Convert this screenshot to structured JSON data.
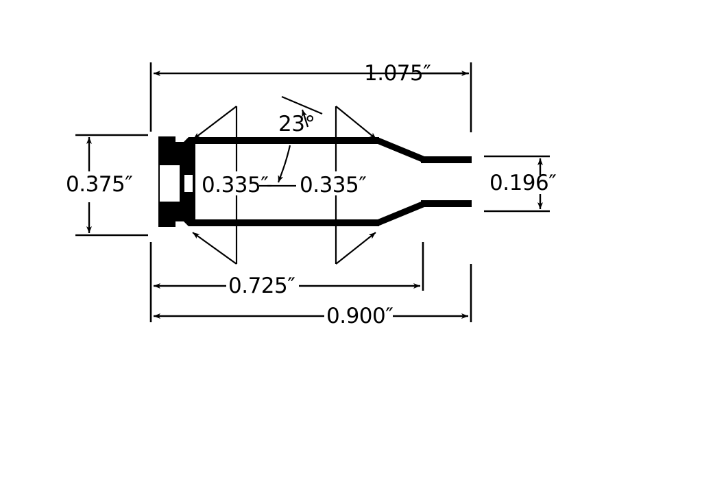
{
  "drawing": {
    "title": "Cartridge Case Dimensional Drawing",
    "subject": "bottleneck-cartridge-case-cross-section",
    "units": "inches",
    "background_color": "#ffffff",
    "line_color": "#000000",
    "fill_color": "#000000"
  },
  "dimensions": {
    "overall_length": {
      "label": "1.075″",
      "value": 1.075,
      "orientation": "horizontal",
      "position": "top"
    },
    "rim_diameter": {
      "label": "0.375″",
      "value": 0.375,
      "orientation": "vertical",
      "position": "left"
    },
    "neck_diameter": {
      "label": "0.196″",
      "value": 0.196,
      "orientation": "vertical",
      "position": "right"
    },
    "body_diameter_left": {
      "label": "0.335″",
      "value": 0.335,
      "orientation": "leader",
      "position": "body-left"
    },
    "body_diameter_right": {
      "label": "0.335″",
      "value": 0.335,
      "orientation": "leader",
      "position": "body-right"
    },
    "shoulder_length": {
      "label": "0.725″",
      "value": 0.725,
      "orientation": "horizontal",
      "position": "bottom-upper"
    },
    "case_length": {
      "label": "0.900″",
      "value": 0.9,
      "orientation": "horizontal",
      "position": "bottom-lower"
    },
    "shoulder_angle": {
      "label": "23°",
      "value": 23,
      "orientation": "angle",
      "position": "shoulder"
    }
  }
}
